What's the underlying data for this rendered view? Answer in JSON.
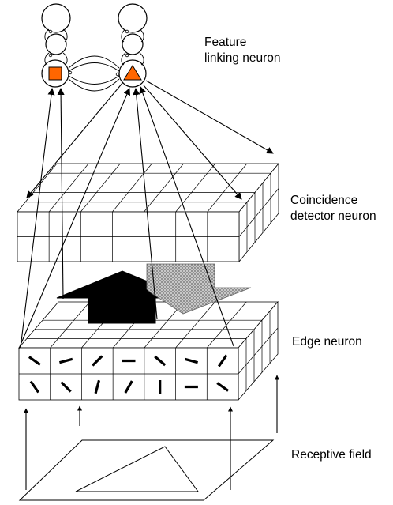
{
  "labels": {
    "feature_line1": "Feature",
    "feature_line2": "linking neuron",
    "coincidence_line1": "Coincidence",
    "coincidence_line2": "detector neuron",
    "edge": "Edge neuron",
    "receptive": "Receptive field"
  },
  "colors": {
    "orange": "#ff6600",
    "stroke": "#000000",
    "gray_arrow": "#a8a8a8"
  },
  "edge_orientations_deg": {
    "row1": [
      35,
      -15,
      -45,
      0,
      40,
      15,
      -55
    ],
    "row2": [
      55,
      45,
      -75,
      -60,
      90,
      0,
      35
    ]
  }
}
